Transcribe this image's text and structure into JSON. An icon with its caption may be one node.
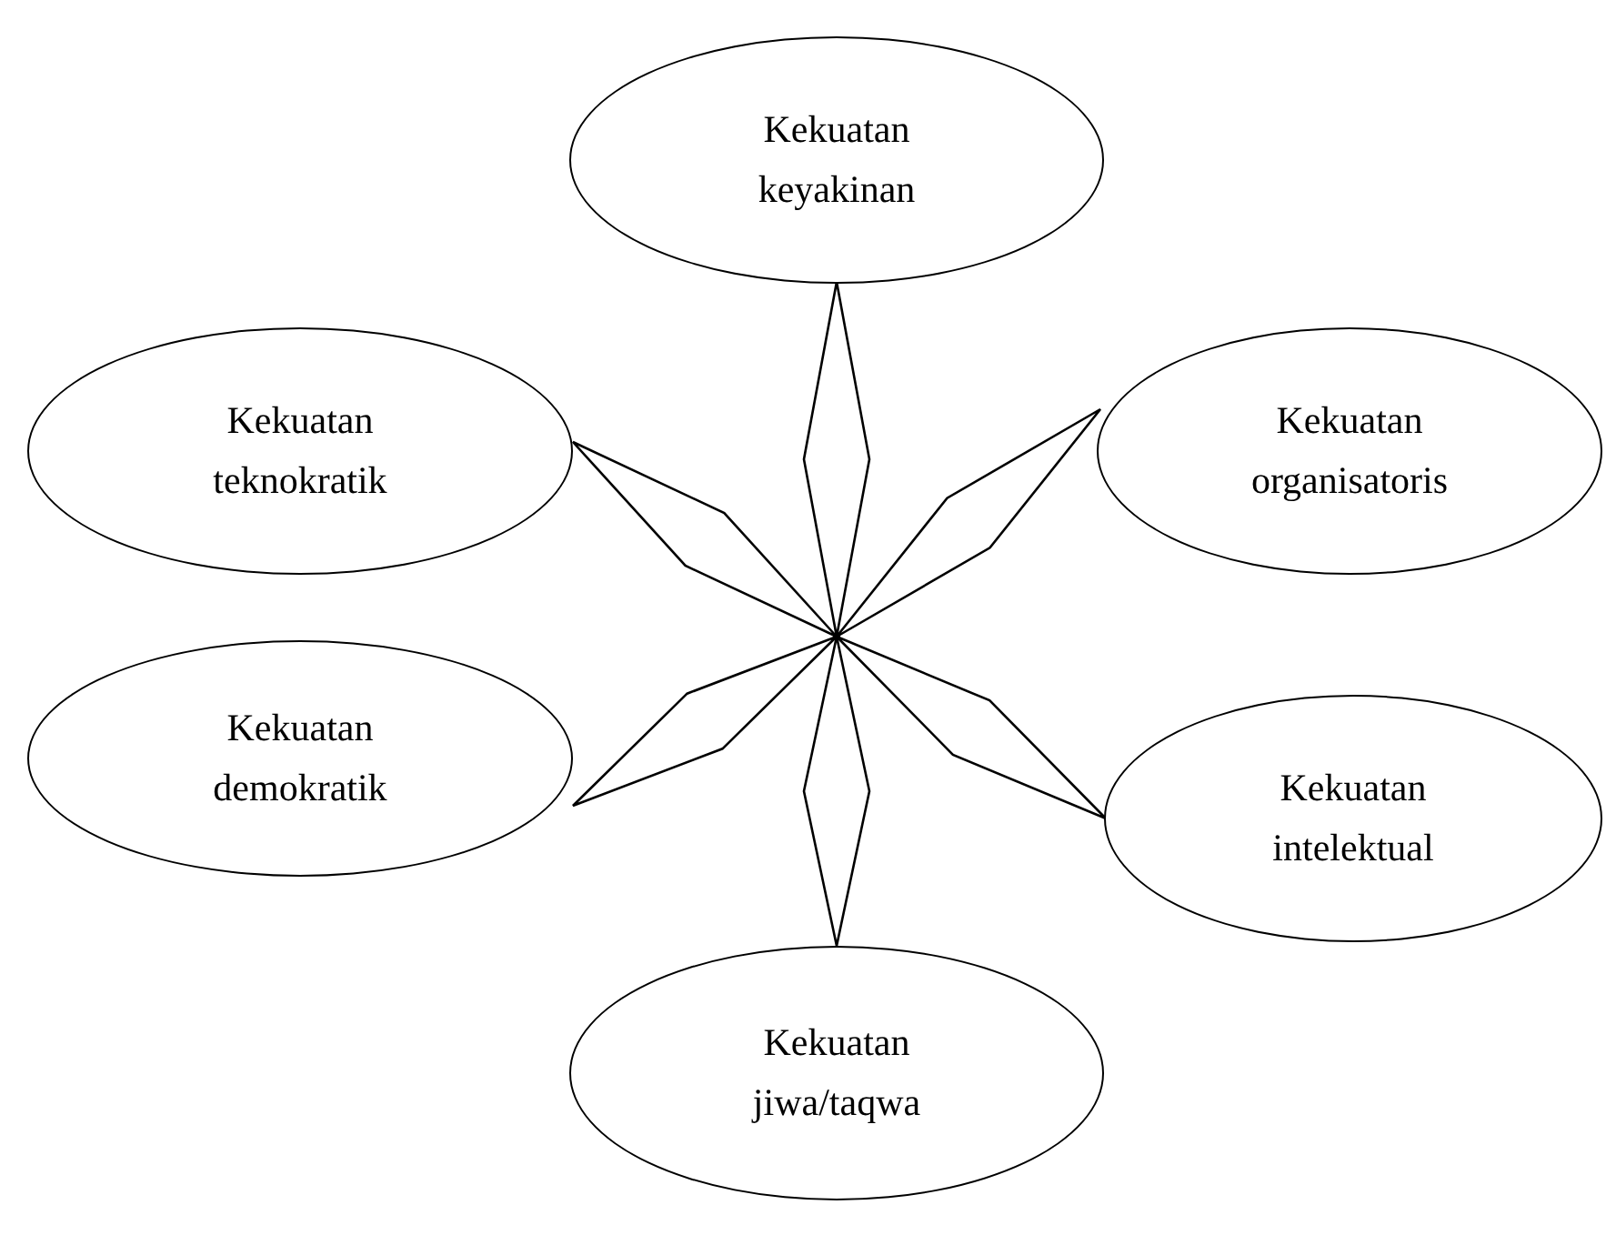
{
  "diagram": {
    "nodes": [
      {
        "text": [],
        "shape": "point"
      },
      {
        "text": [
          "Kekuatan keyakinan"
        ]
      },
      {
        "text": [
          "Kekuatan teknokratik"
        ]
      },
      {
        "text": [
          "Kekuatan organisatoris"
        ]
      },
      {
        "text": [
          "Kekuatan demokratik"
        ]
      },
      {
        "text": [
          "Kekuatan intelektual"
        ]
      },
      {
        "text": [
          "Kekuatan jiwa/taqwa"
        ]
      }
    ],
    "edges": [
      {
        "from": 0,
        "to": 1,
        "arrow": "none"
      },
      {
        "from": 0,
        "to": 2,
        "arrow": "none"
      },
      {
        "from": 0,
        "to": 3,
        "arrow": "none"
      },
      {
        "from": 0,
        "to": 4,
        "arrow": "none"
      },
      {
        "from": 0,
        "to": 5,
        "arrow": "none"
      },
      {
        "from": 0,
        "to": 6,
        "arrow": "none"
      }
    ]
  }
}
